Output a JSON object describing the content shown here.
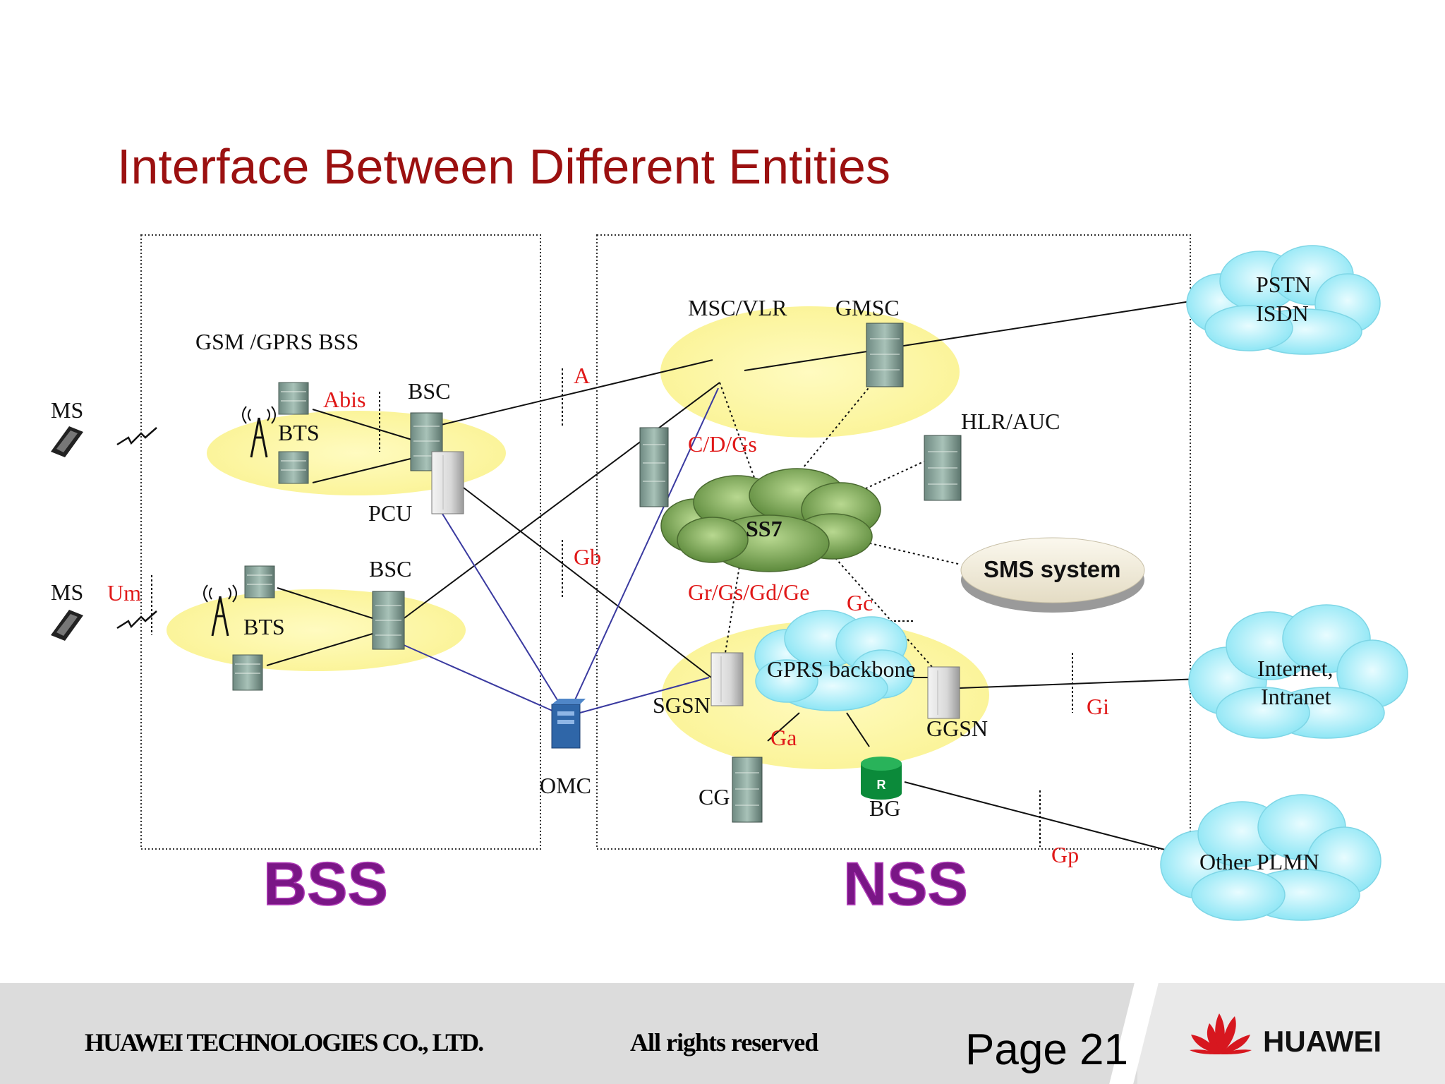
{
  "title": "Interface Between Different Entities",
  "sections": {
    "bss": "BSS",
    "nss": "NSS"
  },
  "nodes": {
    "gsm_bss": "GSM /GPRS  BSS",
    "ms_top": "MS",
    "ms_bottom": "MS",
    "bts_top": "BTS",
    "bts_bottom": "BTS",
    "bsc_top": "BSC",
    "bsc_bottom": "BSC",
    "pcu": "PCU",
    "msc_vlr": "MSC/VLR",
    "gmsc": "GMSC",
    "hlr_auc": "HLR/AUC",
    "ss7": "SS7",
    "sms_system": "SMS system",
    "gprs_backbone": "GPRS  backbone",
    "sgsn": "SGSN",
    "ggsn": "GGSN",
    "omc": "OMC",
    "cg": "CG",
    "bg": "BG",
    "pstn": "PSTN",
    "isdn": "ISDN",
    "internet": "Internet,",
    "intranet": "Intranet",
    "other_plmn": "Other PLMN"
  },
  "interfaces": {
    "abis": "Abis",
    "um": "Um",
    "a": "A",
    "cdgs": "C/D/Gs",
    "gb": "Gb",
    "grgsgdge": "Gr/Gs/Gd/Ge",
    "gc": "Gc",
    "gi": "Gi",
    "ga": "Ga",
    "gp": "Gp"
  },
  "footer": {
    "company": "HUAWEI TECHNOLOGIES CO., LTD.",
    "rights": "All rights reserved",
    "page": "Page 21",
    "brand": "HUAWEI"
  },
  "colors": {
    "title": "#9b1010",
    "interface_label": "#e01818",
    "section_label": "#7a1686",
    "ellipse": "#fbf7a8",
    "cloud_cyan": "#a8eef8",
    "cloud_green": "#7fa85a",
    "omc_link": "#3a3aa0"
  }
}
